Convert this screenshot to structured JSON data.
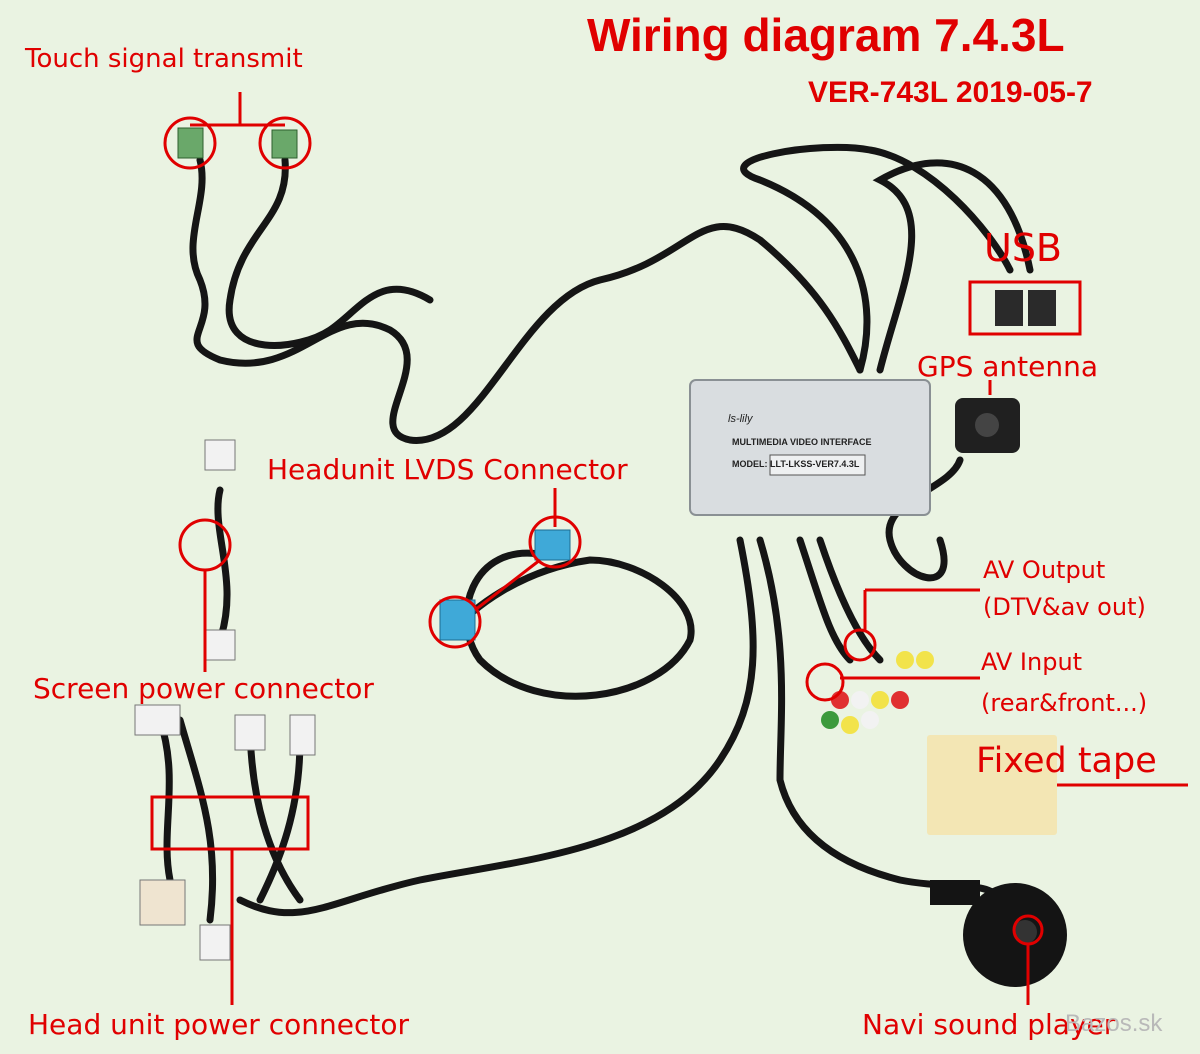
{
  "title": "Wiring diagram 7.4.3L",
  "version": "VER-743L 2019-05-7",
  "labels": {
    "touch": "Touch signal transmit",
    "usb": "USB",
    "gps": "GPS antenna",
    "lvds": "Headunit LVDS Connector",
    "av_output_1": "AV Output",
    "av_output_2": "(DTV&av out)",
    "av_input_1": "AV Input",
    "av_input_2": "(rear&front...)",
    "fixed_tape": "Fixed tape",
    "screen_power": "Screen power connector",
    "head_unit_power": "Head unit power connector",
    "navi_sound": "Navi sound player"
  },
  "module": {
    "brand": "ls-lily",
    "name": "MULTIMEDIA VIDEO INTERFACE",
    "model": "MODEL: LLT-LKSS-VER7.4.3L"
  },
  "watermark": "Bazos.sk",
  "colors": {
    "label_red": "#e00000",
    "cable": "#151515",
    "background": "#eaf3e2"
  }
}
